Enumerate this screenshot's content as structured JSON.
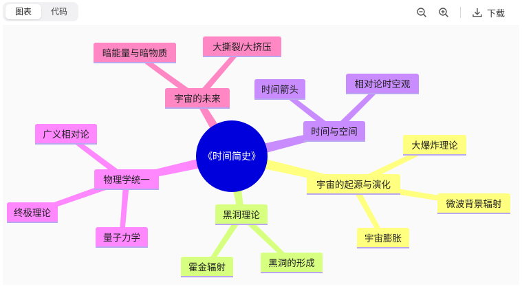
{
  "tabs": {
    "chart": "图表",
    "code": "代码"
  },
  "toolbar": {
    "download": "下载",
    "zoom_out_icon": "zoom-out-icon",
    "zoom_in_icon": "zoom-in-icon",
    "download_icon": "download-icon"
  },
  "colors": {
    "center": "#0000dd",
    "pink": "#ff88c4",
    "purple": "#c98cff",
    "yellow": "#ffff80",
    "green": "#d7ff80",
    "magenta": "#ff88ff",
    "underline": "#b9a8f0"
  },
  "map": {
    "center": "《时间简史》",
    "branches": [
      {
        "id": "future",
        "label": "宇宙的未来",
        "color": "pink",
        "children": [
          {
            "id": "dark",
            "label": "暗能量与暗物质"
          },
          {
            "id": "rip",
            "label": "大撕裂/大挤压"
          }
        ]
      },
      {
        "id": "spacetime",
        "label": "时间与空间",
        "color": "purple",
        "children": [
          {
            "id": "arrow",
            "label": "时间箭头"
          },
          {
            "id": "relativity",
            "label": "相对论时空观"
          }
        ]
      },
      {
        "id": "origin",
        "label": "宇宙的起源与演化",
        "color": "yellow",
        "children": [
          {
            "id": "bigbang",
            "label": "大爆炸理论"
          },
          {
            "id": "cmb",
            "label": "微波背景辐射"
          },
          {
            "id": "inflation",
            "label": "宇宙膨胀"
          }
        ]
      },
      {
        "id": "blackhole",
        "label": "黑洞理论",
        "color": "green",
        "children": [
          {
            "id": "hawking",
            "label": "霍金辐射"
          },
          {
            "id": "formation",
            "label": "黑洞的形成"
          }
        ]
      },
      {
        "id": "unify",
        "label": "物理学统一",
        "color": "magenta",
        "children": [
          {
            "id": "gr",
            "label": "广义相对论"
          },
          {
            "id": "toe",
            "label": "终极理论"
          },
          {
            "id": "qm",
            "label": "量子力学"
          }
        ]
      }
    ]
  }
}
